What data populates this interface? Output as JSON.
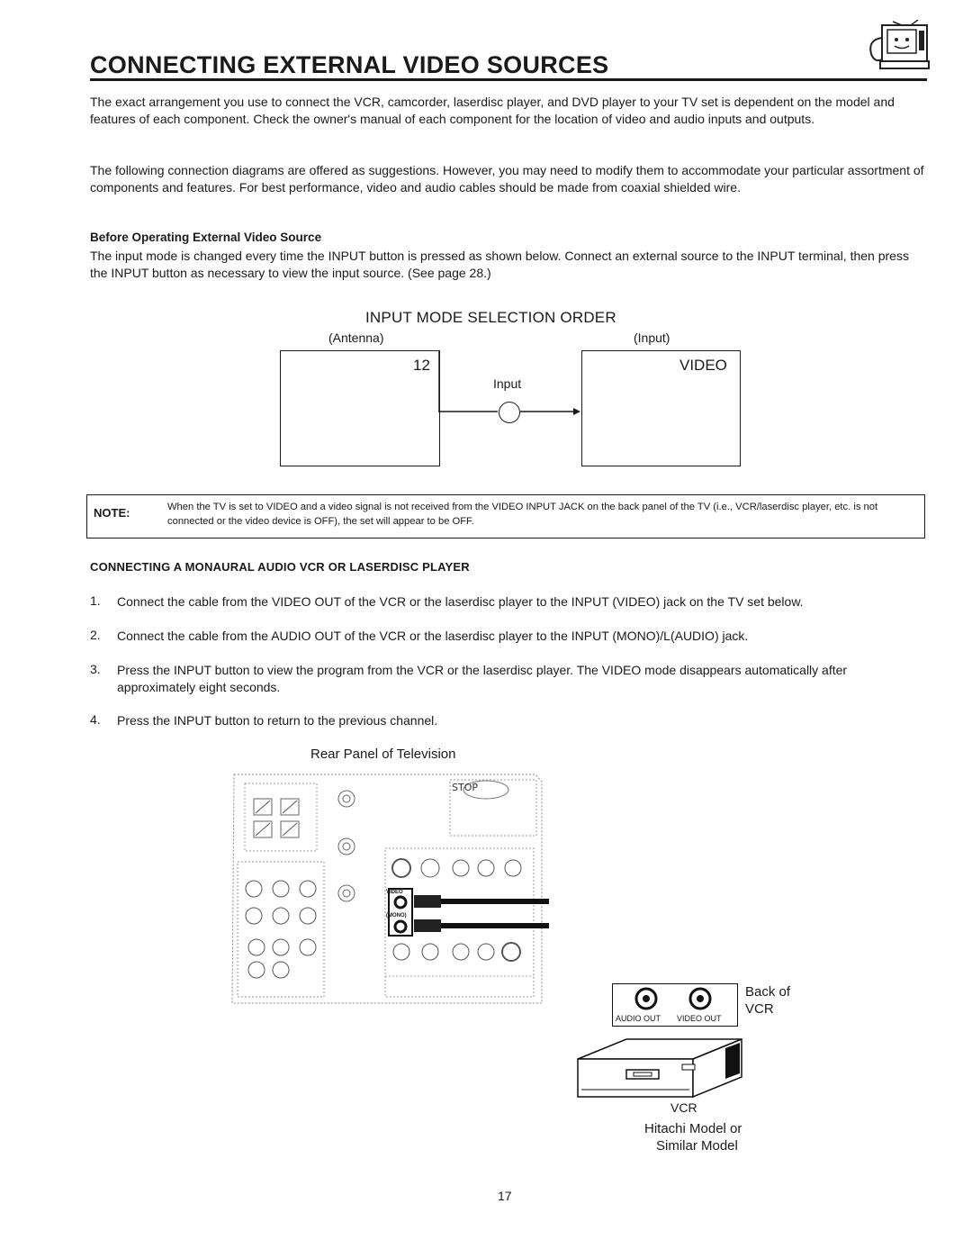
{
  "header": {
    "title": "CONNECTING EXTERNAL VIDEO SOURCES",
    "icon": "tv-mascot-icon"
  },
  "intro": {
    "p1": "The exact arrangement you use to connect the VCR, camcorder, laserdisc player, and DVD player to your TV set is dependent on the model and features of each component. Check the owner's manual of each component for the location of video and audio inputs and outputs.",
    "p2": "The following connection diagrams are offered as suggestions. However, you may need to modify them to accommodate your particular assortment of components and features. For best performance, video and audio cables should be made from coaxial shielded wire."
  },
  "before": {
    "heading": "Before Operating External Video Source",
    "text": "The input mode is changed every time the INPUT button is pressed as shown below. Connect an external source to the INPUT terminal, then press the INPUT button as necessary to view the input source. (See page 28.)"
  },
  "input_mode": {
    "title": "INPUT MODE SELECTION ORDER",
    "antenna_label": "(Antenna)",
    "input_label": "(Input)",
    "channel": "12",
    "video_label": "VIDEO",
    "button_label": "Input"
  },
  "note": {
    "label": "NOTE:",
    "text": "When the TV is set to VIDEO and a video signal is not received from the VIDEO INPUT JACK on the back panel of the TV (i.e., VCR/laserdisc player, etc. is not connected or the video device is OFF), the set will appear to be OFF."
  },
  "section": {
    "heading": "CONNECTING A MONAURAL AUDIO VCR OR LASERDISC PLAYER",
    "steps": [
      {
        "num": "1.",
        "text": "Connect the cable from the VIDEO OUT of the VCR or the laserdisc player to the INPUT (VIDEO) jack on the TV set below."
      },
      {
        "num": "2.",
        "text": "Connect the cable from the AUDIO OUT of the VCR or the laserdisc player to the INPUT (MONO)/L(AUDIO) jack."
      },
      {
        "num": "3.",
        "text": "Press the INPUT button to view the program from the VCR or the laserdisc player. The VIDEO mode disappears automatically after approximately eight seconds."
      },
      {
        "num": "4.",
        "text": "Press the INPUT button to return to the previous channel."
      }
    ]
  },
  "diagram": {
    "rear_panel_title": "Rear Panel of Television",
    "stop_label": "STOP",
    "video_jack": "VIDEO",
    "mono_jack": "(MONO)",
    "back_of_vcr": [
      "Back of",
      "VCR"
    ],
    "audio_out": "AUDIO OUT",
    "video_out": "VIDEO OUT",
    "vcr_label": "VCR",
    "model_lines": [
      "Hitachi Model or",
      "Similar Model"
    ]
  },
  "footer": {
    "page_number": "17"
  }
}
